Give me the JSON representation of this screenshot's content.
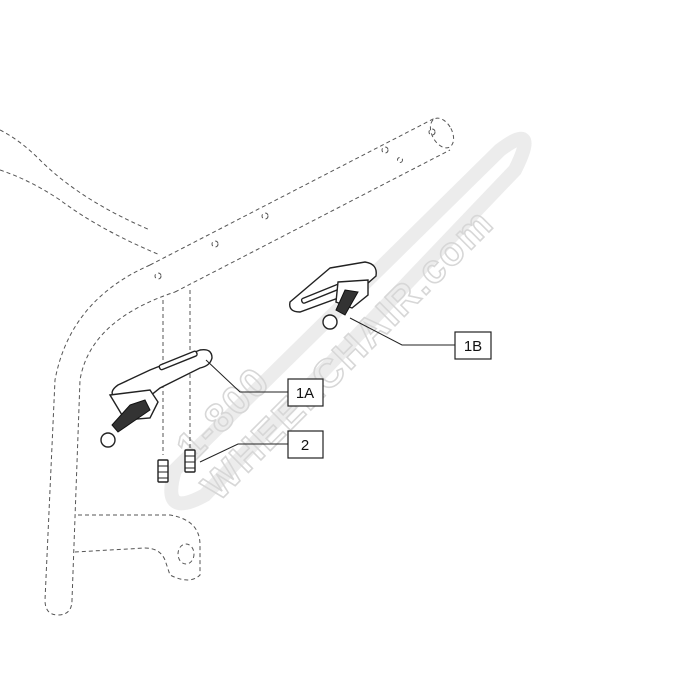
{
  "watermark": {
    "line1": "1-800",
    "line2": "WHEELCHAIR.com"
  },
  "callouts": [
    {
      "id": "1A",
      "label": "1A"
    },
    {
      "id": "1B",
      "label": "1B"
    },
    {
      "id": "2",
      "label": "2"
    }
  ],
  "colors": {
    "line": "#222222",
    "watermark": "#d7d7d7"
  }
}
